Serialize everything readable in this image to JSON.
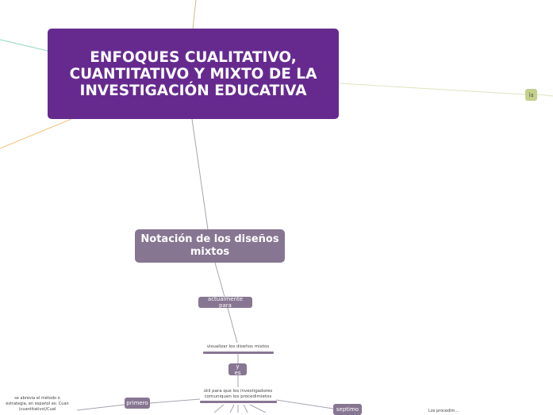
{
  "root": {
    "title": "ENFOQUES CUALITATIVO, CUANTITATIVO Y MIXTO DE LA INVESTIGACIÓN EDUCATIVA"
  },
  "main_topic": {
    "title": "Notación de los diseños mixtos"
  },
  "connectors": {
    "actualmente": "actualmente para",
    "y_es": "y es",
    "primero": "primero",
    "septimo": "septimo",
    "la": "la"
  },
  "texts": {
    "visualizar": "visualizar los diseños mixtos",
    "util": "útil para que los investigadores comuniquen los procedimietos",
    "abrevia": "se abrevia el método o estrategia, en español es: Cuan (cuantitativo)/Cual",
    "cut_right": "Los procedim..."
  },
  "colors": {
    "root": "#662a8f",
    "topic": "#877692",
    "la_node": "#c3d08a"
  }
}
